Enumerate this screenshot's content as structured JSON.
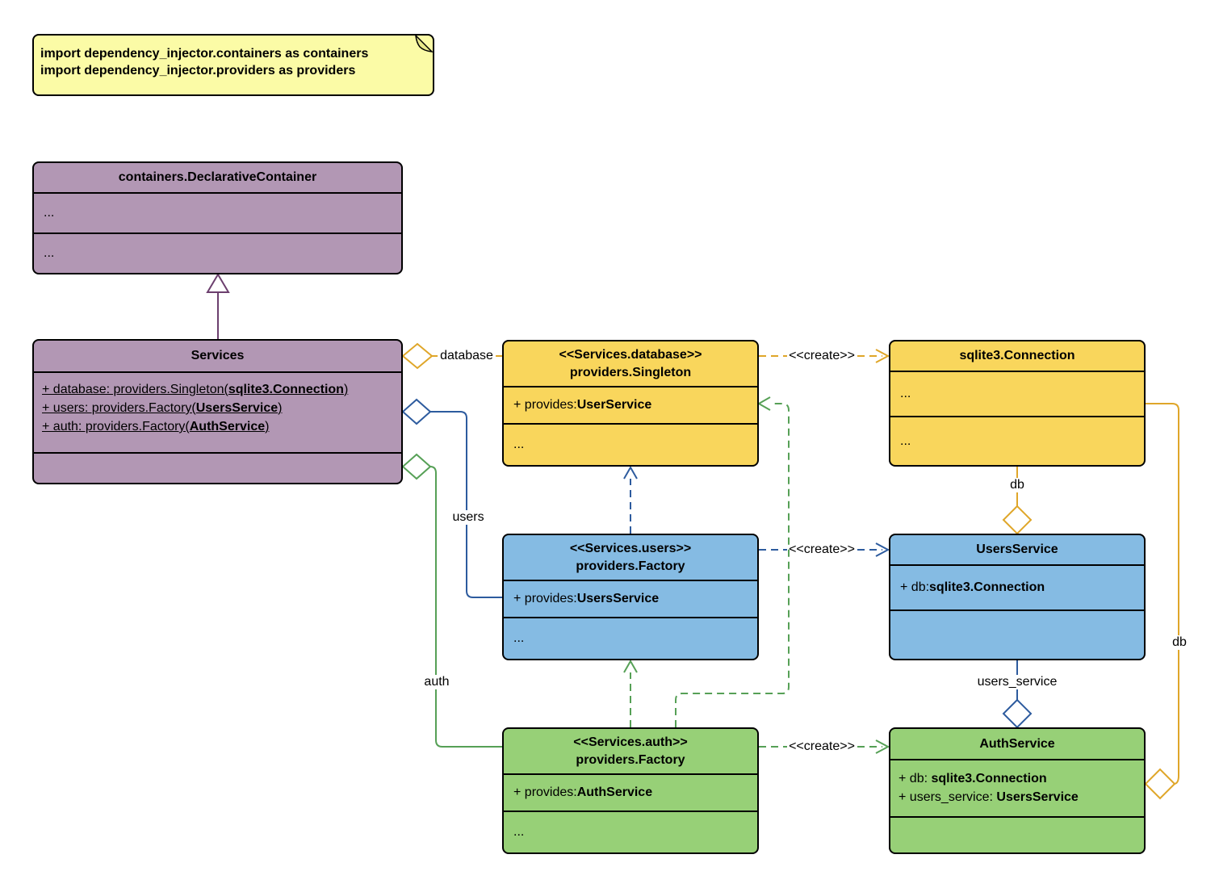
{
  "note": {
    "lines": [
      "import dependency_injector.containers as containers",
      "import dependency_injector.providers as providers"
    ]
  },
  "classes": {
    "declarative_container": {
      "title": "containers.DeclarativeContainer",
      "compartments": [
        "...",
        "..."
      ]
    },
    "services": {
      "title": "Services",
      "attributes": [
        {
          "pre": "+ database: providers.Singleton(",
          "bold": "sqlite3.Connection",
          "post": ")"
        },
        {
          "pre": "+ users: providers.Factory(",
          "bold": "UsersService",
          "post": ")"
        },
        {
          "pre": "+ auth: providers.Factory(",
          "bold": "AuthService",
          "post": ")"
        }
      ]
    },
    "database_singleton": {
      "stereotype": "<<Services.database>>",
      "title": "providers.Singleton",
      "provides": {
        "pre": "+ provides: ",
        "bold": "UserService"
      },
      "more": "..."
    },
    "sqlite_connection": {
      "title": "sqlite3.Connection",
      "compartments": [
        "...",
        "..."
      ]
    },
    "users_factory": {
      "stereotype": "<<Services.users>>",
      "title": "providers.Factory",
      "provides": {
        "pre": "+ provides: ",
        "bold": "UsersService"
      },
      "more": "..."
    },
    "users_service": {
      "title": "UsersService",
      "attributes": [
        {
          "pre": "+ db: ",
          "bold": "sqlite3.Connection",
          "post": ""
        }
      ]
    },
    "auth_factory": {
      "stereotype": "<<Services.auth>>",
      "title": "providers.Factory",
      "provides": {
        "pre": "+ provides: ",
        "bold": "AuthService"
      },
      "more": "..."
    },
    "auth_service": {
      "title": "AuthService",
      "attributes": [
        {
          "pre": "+ db: ",
          "bold": "sqlite3.Connection",
          "post": ""
        },
        {
          "pre": "+ users_service: ",
          "bold": "UsersService",
          "post": ""
        }
      ]
    }
  },
  "edges": {
    "database": {
      "label": "database"
    },
    "users": {
      "label": "users"
    },
    "auth": {
      "label": "auth"
    },
    "create_database": {
      "label": "<<create>>"
    },
    "create_users": {
      "label": "<<create>>"
    },
    "create_auth": {
      "label": "<<create>>"
    },
    "db_users": {
      "label": "db"
    },
    "users_service_agg": {
      "label": "users_service"
    },
    "db_auth": {
      "label": "db"
    }
  },
  "colors": {
    "canvas-bg": "#FFFFFF",
    "border": "#000000",
    "purple-fill": "#B297B4",
    "yellow-fill": "#F9D65C",
    "blue-fill": "#85BBE3",
    "green-fill": "#97D077",
    "note-fill": "#FBFBA6",
    "note-fold": "#E8E88A",
    "line-purple": "#6C3F6E",
    "line-orange": "#DFA629",
    "line-blue": "#2D5B9E",
    "line-green": "#56A056"
  }
}
